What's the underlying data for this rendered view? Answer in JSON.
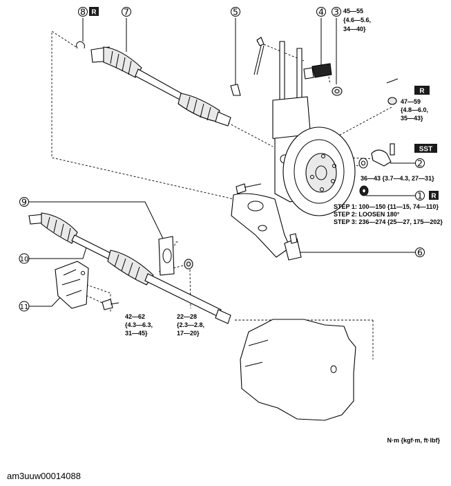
{
  "callouts": [
    {
      "id": "8",
      "label": "8"
    },
    {
      "id": "7",
      "label": "7"
    },
    {
      "id": "5",
      "label": "5"
    },
    {
      "id": "4",
      "label": "4"
    },
    {
      "id": "3",
      "label": "3"
    },
    {
      "id": "2",
      "label": "2"
    },
    {
      "id": "1",
      "label": "1"
    },
    {
      "id": "6",
      "label": "6"
    },
    {
      "id": "9",
      "label": "9"
    },
    {
      "id": "10",
      "label": "10"
    },
    {
      "id": "11",
      "label": "11"
    }
  ],
  "tags": {
    "replace_r": "R",
    "sst": "SST"
  },
  "torques": {
    "part3": [
      "45—55",
      "{4.6—5.6,",
      "34—40}"
    ],
    "tie_rod_nut": [
      "47—59",
      "{4.8—6.0,",
      "35—43}"
    ],
    "ball_joint_nut": [
      "36—43 {3.7—4.3, 27—31}"
    ],
    "bracket_bolt": [
      "42—62",
      "{4.3—6.3,",
      "31—45}"
    ],
    "bearing_nut": [
      "22—28",
      "{2.3—2.8,",
      "17—20}"
    ]
  },
  "steps": [
    "STEP 1: 100—150 {11—15, 74—110}",
    "STEP 2: LOOSEN 180°",
    "STEP 3: 236—274 {25—27, 175—202}"
  ],
  "units": "N·m {kgf·m, ft·lbf}",
  "reference_code": "am3uuw00014088"
}
